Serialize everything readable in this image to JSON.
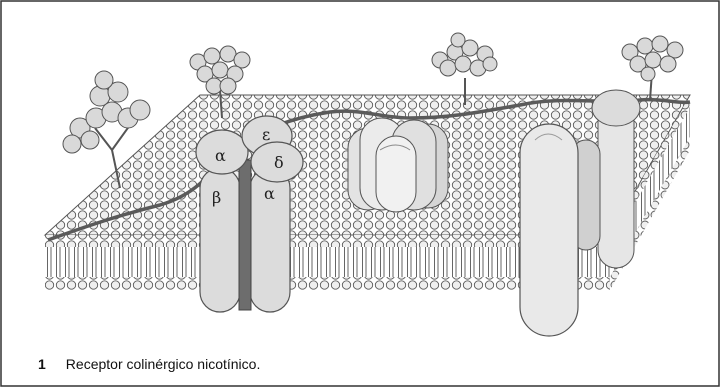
{
  "figure": {
    "number": "1",
    "caption": "Receptor colinérgico nicotínico."
  },
  "subunits": {
    "alpha_top": "α",
    "epsilon": "ε",
    "delta": "δ",
    "beta": "β",
    "alpha_bottom": "α"
  },
  "colors": {
    "protein": "#dcdcdc",
    "protein_shadow": "#a9a9a9",
    "bead": "#ededed",
    "stroke": "#555555",
    "chain": "#5a5a5a"
  }
}
